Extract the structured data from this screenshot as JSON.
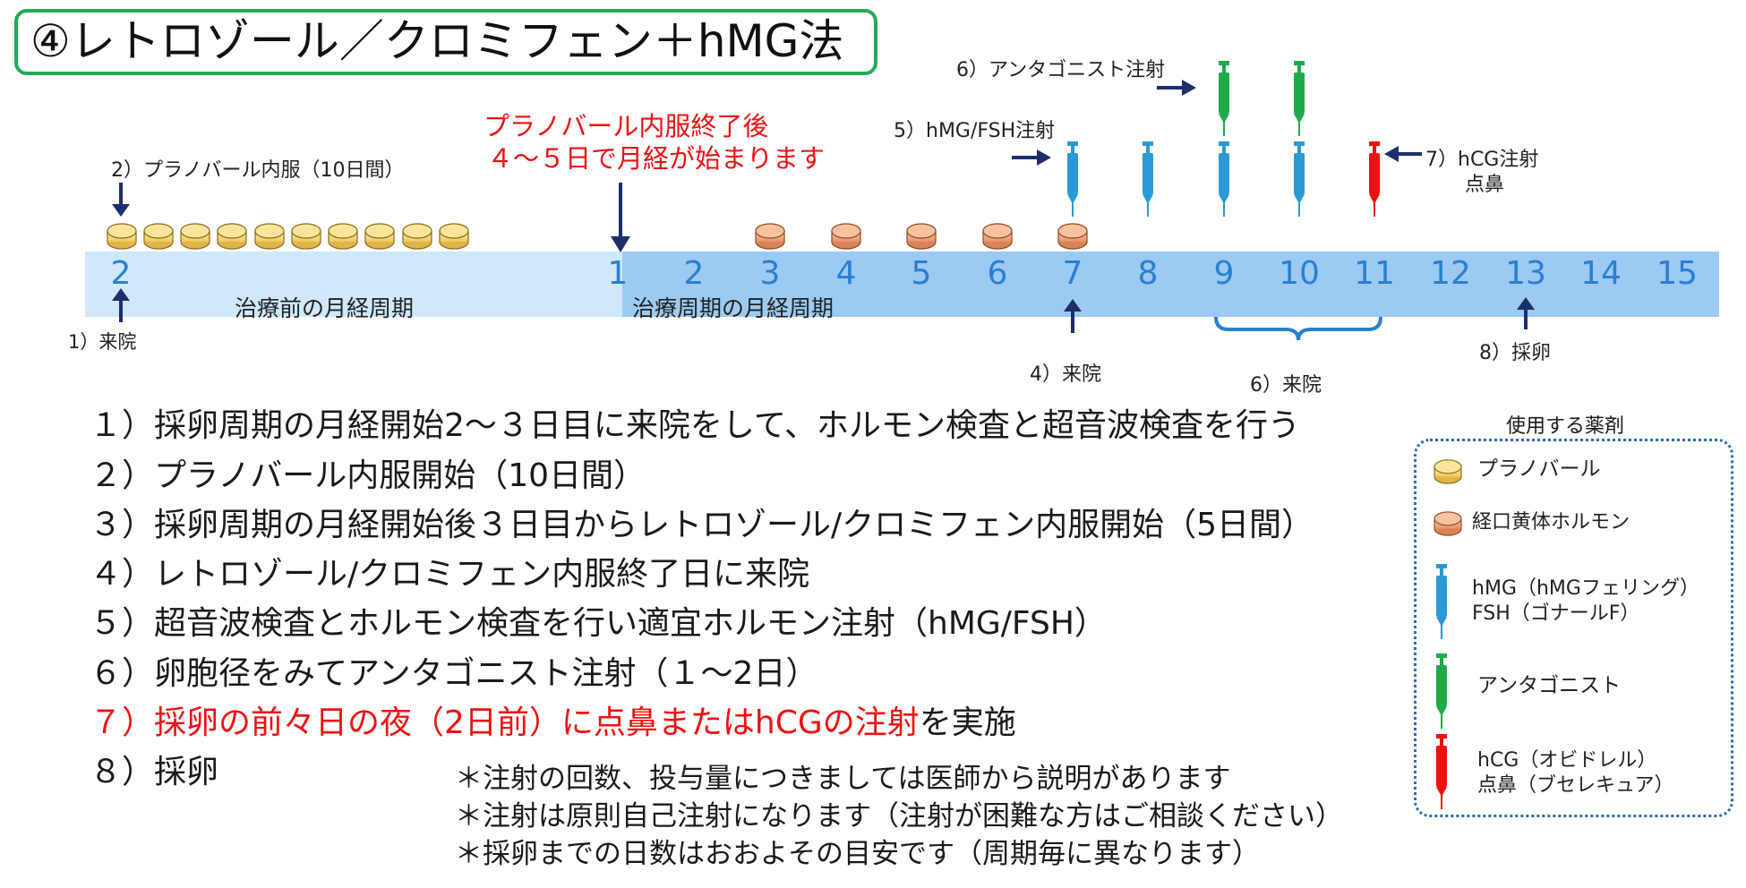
{
  "title": "④レトロゾール／クロミフェン＋hMG法",
  "timeline": {
    "pre_label": "治療前の月経周期",
    "treat_label": "治療周期の月経周期",
    "pre_day": "2",
    "days": [
      "1",
      "2",
      "3",
      "4",
      "5",
      "6",
      "7",
      "8",
      "9",
      "10",
      "11",
      "12",
      "13",
      "14",
      "15"
    ]
  },
  "annotations": {
    "visit1": "1）来院",
    "planovar": "2）プラノバール内服（10日間）",
    "red_note_1": "プラノバール内服終了後",
    "red_note_2": "４～５日で月経が始まります",
    "visit4": "4）来院",
    "hmg": "5）hMG/FSH注射",
    "antagonist": "6）アンタゴニスト注射",
    "visit6": "6）来院",
    "hcg_1": "7）hCG注射",
    "hcg_2": "点鼻",
    "retrieval": "8）採卵"
  },
  "instructions": [
    "１）採卵周期の月経開始2～３日目に来院をして、ホルモン検査と超音波検査を行う",
    "２）プラノバール内服開始（10日間）",
    "３）採卵周期の月経開始後３日目からレトロゾール/クロミフェン内服開始（5日間）",
    "４）レトロゾール/クロミフェン内服終了日に来院",
    "５）超音波検査とホルモン検査を行い適宜ホルモン注射（hMG/FSH）",
    "６）卵胞径をみてアンタゴニスト注射（１～2日）"
  ],
  "instruction7_red": "７）採卵の前々日の夜（2日前）に点鼻またはhCGの注射",
  "instruction7_tail": "を実施",
  "instruction8": "８）採卵",
  "notes": [
    "＊注射の回数、投与量につきましては医師から説明があります",
    "＊注射は原則自己注射になります（注射が困難な方はご相談ください）",
    "＊採卵までの日数はおおよその目安です（周期毎に異なります）"
  ],
  "legend": {
    "title": "使用する薬剤",
    "planovar": "プラノバール",
    "progestin": "経口黄体ホルモン",
    "hmg_1": "hMG（hMGフェリング）",
    "hmg_2": "FSH（ゴナールF）",
    "antagonist": "アンタゴニスト",
    "hcg_1": "hCG（オビドレル）",
    "hcg_2": "点鼻（ブセレキュア）"
  },
  "colors": {
    "title_border": "#22aa55",
    "pre_band": "#cfe8fb",
    "treat_band": "#9ccaf2",
    "day_number": "#2a7fd0",
    "red_text": "#ee1111",
    "planovar_pill": "#f5d577",
    "progestin_pill": "#f0a67a",
    "hmg_syringe": "#2a9ad6",
    "antagonist_syringe": "#1faa4a",
    "hcg_syringe": "#ee1111",
    "arrow": "#1c2f6b"
  }
}
